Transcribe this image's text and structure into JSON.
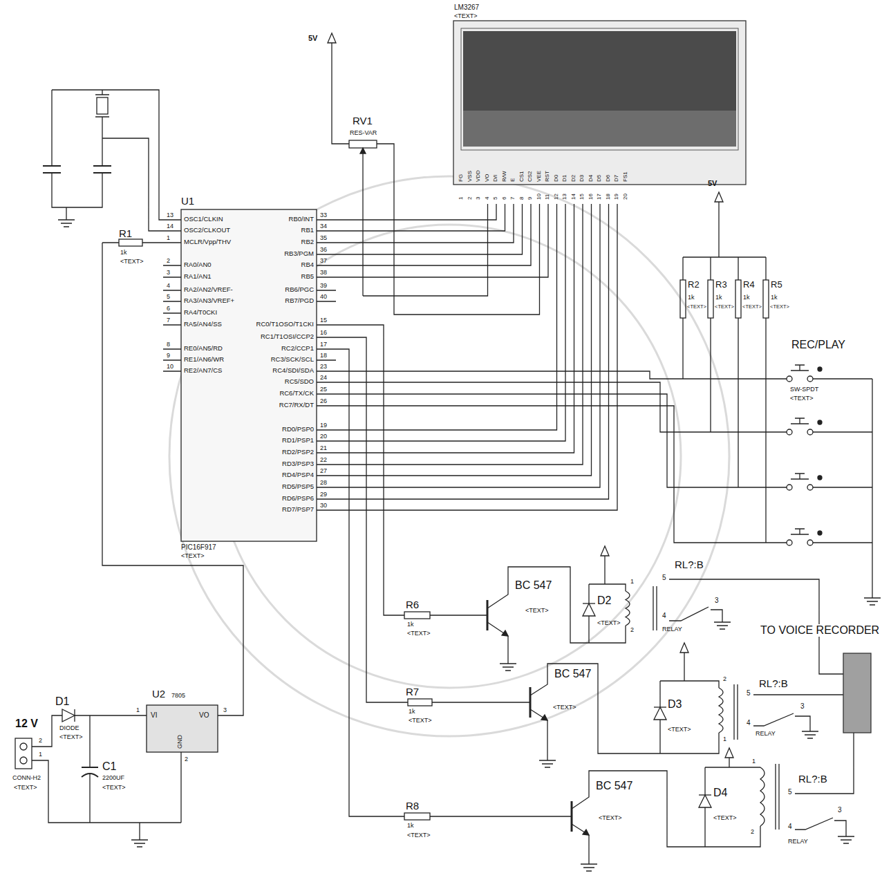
{
  "diagram": {
    "nodes": [
      {
        "text": [
          "LM3267",
          "<TEXT>",
          "FG",
          "VSS",
          "VDD",
          "VO",
          "D/I",
          "R/W",
          "E",
          "CS1",
          "CS2",
          "VEE",
          "RST",
          "D0",
          "D1",
          "D2",
          "D3",
          "D4",
          "D5",
          "D6",
          "D7",
          "FS1",
          "1",
          "2",
          "3",
          "4",
          "5",
          "6",
          "7",
          "8",
          "9",
          "10",
          "11",
          "12",
          "13",
          "14",
          "15",
          "16",
          "17",
          "18",
          "19",
          "20"
        ]
      },
      {
        "text": [
          "U1",
          "OSC1/CLKIN",
          "OSC2/CLKOUT",
          "MCLR/Vpp/THV",
          "RA0/AN0",
          "RA1/AN1",
          "RA2/AN2/VREF-",
          "RA3/AN3/VREF+",
          "RA4/T0CKI",
          "RA5/AN4/SS",
          "RE0/AN5/RD",
          "RE1/AN6/WR",
          "RE2/AN7/CS",
          "13",
          "14",
          "1",
          "2",
          "3",
          "4",
          "5",
          "6",
          "7",
          "8",
          "9",
          "10",
          "RB0/INT",
          "RB1",
          "RB2",
          "RB3/PGM",
          "RB4",
          "RB5",
          "RB6/PGC",
          "RB7/PGD",
          "RC0/T1OSO/T1CKI",
          "RC1/T1OSI/CCP2",
          "RC2/CCP1",
          "RC3/SCK/SCL",
          "RC4/SDI/SDA",
          "RC5/SDO",
          "RC6/TX/CK",
          "RC7/RX/DT",
          "RD0/PSP0",
          "RD1/PSP1",
          "RD2/PSP2",
          "RD3/PSP3",
          "RD4/PSP4",
          "RD5/PSP5",
          "RD6/PSP6",
          "RD7/PSP7",
          "33",
          "34",
          "35",
          "36",
          "37",
          "38",
          "39",
          "40",
          "15",
          "16",
          "17",
          "18",
          "23",
          "24",
          "25",
          "26",
          "19",
          "20",
          "21",
          "22",
          "27",
          "28",
          "29",
          "30",
          "PIC16F917",
          "<TEXT>"
        ]
      },
      {
        "text": [
          "U2",
          "7805",
          "VI",
          "VO",
          "GND",
          "1",
          "3",
          "2"
        ]
      },
      {
        "text": [
          "TO VOICE RECORDER"
        ]
      }
    ],
    "edges": [
      {
        "from": 1,
        "to": 0,
        "arrow": "none"
      },
      {
        "from": 1,
        "to": 0,
        "arrow": "none"
      },
      {
        "from": 1,
        "to": 0,
        "arrow": "none"
      },
      {
        "from": 1,
        "to": 0,
        "arrow": "none"
      },
      {
        "from": 1,
        "to": 0,
        "arrow": "none"
      },
      {
        "from": 1,
        "to": 0,
        "arrow": "none"
      },
      {
        "from": 1,
        "to": 0,
        "arrow": "none"
      },
      {
        "from": 1,
        "to": 0,
        "arrow": "none"
      },
      {
        "from": 1,
        "to": 0,
        "arrow": "none"
      },
      {
        "from": 1,
        "to": 0,
        "arrow": "none"
      },
      {
        "from": 1,
        "to": 0,
        "arrow": "none"
      },
      {
        "from": 1,
        "to": 0,
        "arrow": "none"
      },
      {
        "from": 1,
        "to": 0,
        "arrow": "none"
      },
      {
        "from": 1,
        "to": 0,
        "arrow": "none"
      }
    ],
    "labels": [
      "5V",
      "RV1",
      "RES-VAR",
      "R1",
      "1k",
      "<TEXT>",
      "5V",
      "R2",
      "1k",
      "<TEXT>",
      "R3",
      "1k",
      "<TEXT>",
      "R4",
      "1k",
      "<TEXT>",
      "R5",
      "1k",
      "<TEXT>",
      "REC/PLAY",
      "SW-SPDT",
      "<TEXT>",
      "R6",
      "1k",
      "<TEXT>",
      "BC 547",
      "<TEXT>",
      "D2",
      "<TEXT>",
      "1",
      "2",
      "5",
      "RL?:B",
      "4",
      "RELAY",
      "3",
      "R7",
      "1k",
      "<TEXT>",
      "BC 547",
      "<TEXT>",
      "D3",
      "<TEXT>",
      "2",
      "1",
      "5",
      "RL?:B",
      "4",
      "RELAY",
      "3",
      "R8",
      "1k",
      "<TEXT>",
      "BC 547",
      "<TEXT>",
      "D4",
      "<TEXT>",
      "1",
      "2",
      "5",
      "RL?:B",
      "4",
      "RELAY",
      "3",
      "12 V",
      "2",
      "1",
      "CONN-H2",
      "<TEXT>",
      "D1",
      "DIODE",
      "<TEXT>",
      "C1",
      "2200UF",
      "<TEXT>"
    ]
  }
}
